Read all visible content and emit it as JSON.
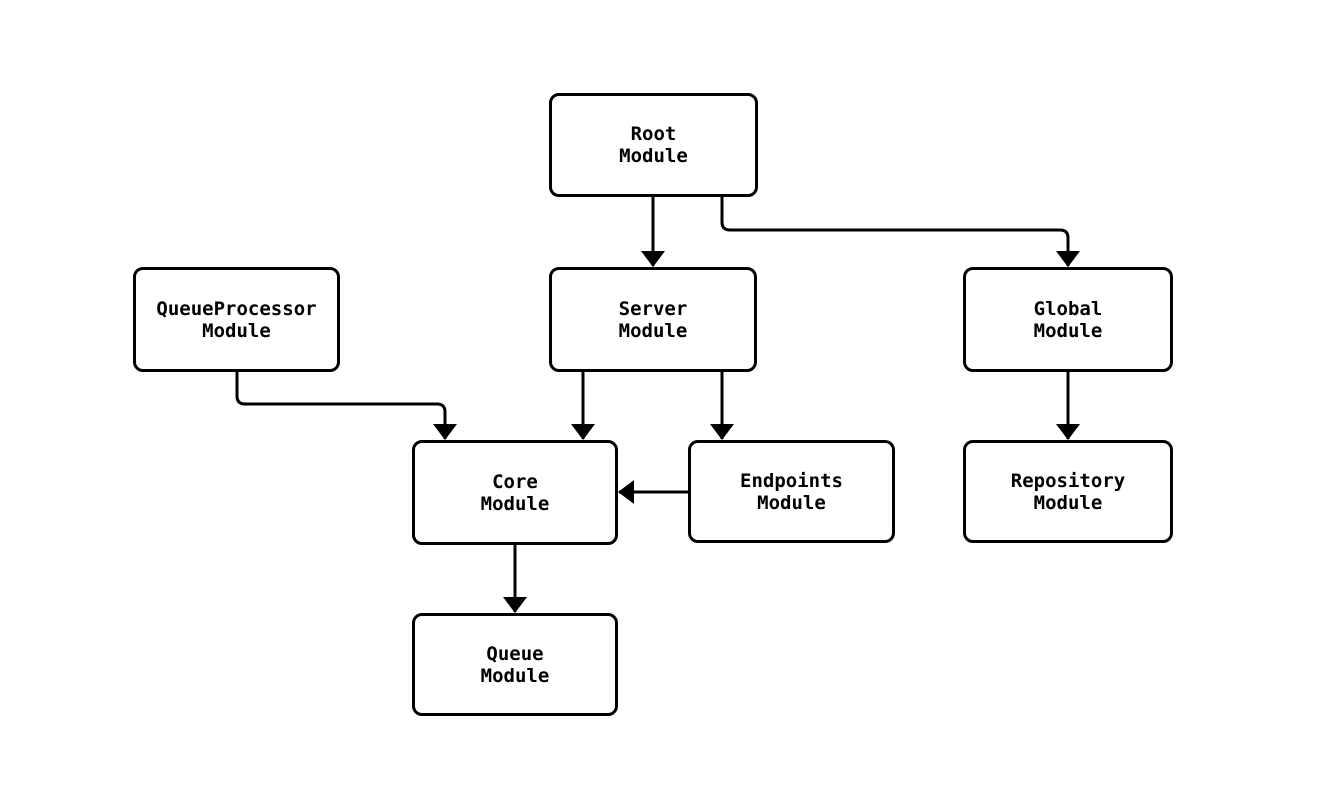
{
  "diagram": {
    "type": "flowchart",
    "background_color": "#ffffff",
    "line_color": "#000000",
    "text_color": "#000000",
    "nodes": [
      {
        "id": "root",
        "label": "Root\nModule"
      },
      {
        "id": "queueprocessor",
        "label": "QueueProcessor\nModule"
      },
      {
        "id": "server",
        "label": "Server\nModule"
      },
      {
        "id": "global",
        "label": "Global\nModule"
      },
      {
        "id": "core",
        "label": "Core\nModule"
      },
      {
        "id": "endpoints",
        "label": "Endpoints\nModule"
      },
      {
        "id": "repository",
        "label": "Repository\nModule"
      },
      {
        "id": "queue",
        "label": "Queue\nModule"
      }
    ],
    "edges": [
      {
        "from": "root",
        "to": "server"
      },
      {
        "from": "root",
        "to": "global"
      },
      {
        "from": "queueprocessor",
        "to": "core"
      },
      {
        "from": "server",
        "to": "core"
      },
      {
        "from": "server",
        "to": "endpoints"
      },
      {
        "from": "endpoints",
        "to": "core"
      },
      {
        "from": "global",
        "to": "repository"
      },
      {
        "from": "core",
        "to": "queue"
      }
    ]
  }
}
